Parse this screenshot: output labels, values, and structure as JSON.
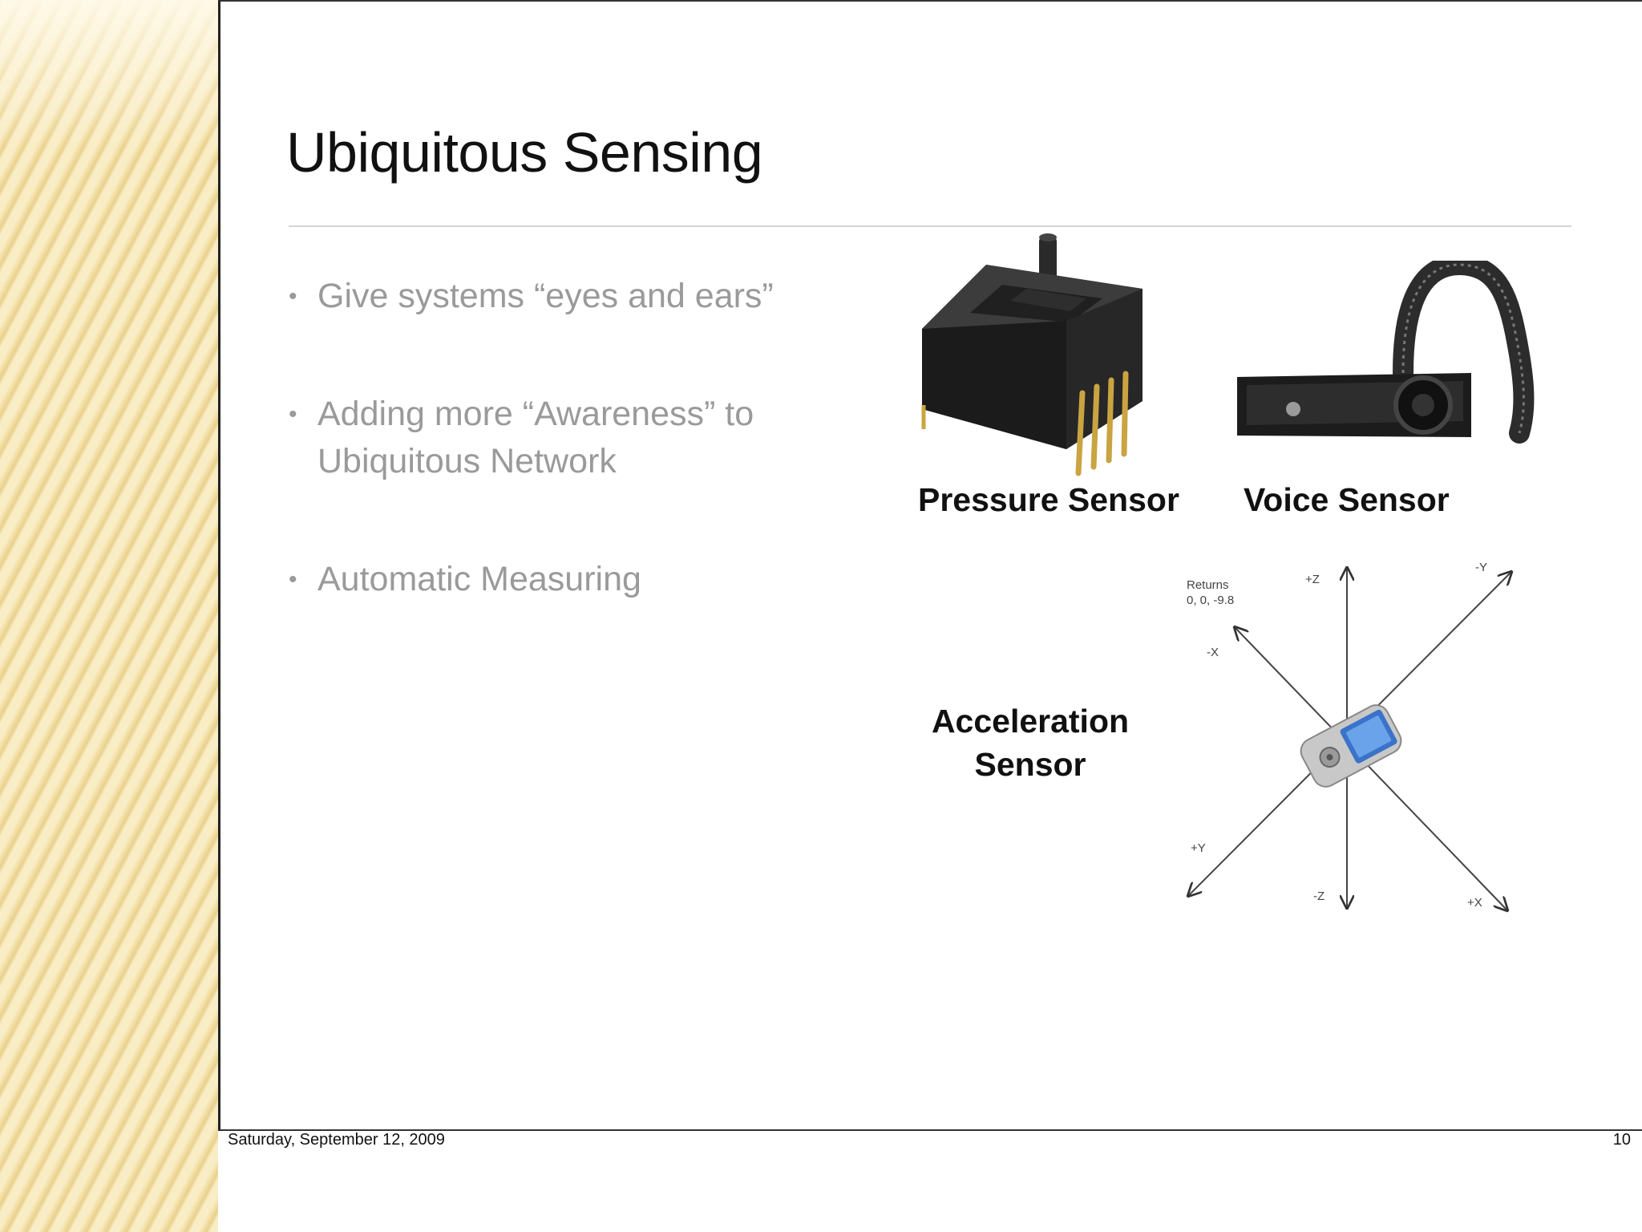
{
  "slide": {
    "title": "Ubiquitous Sensing",
    "bullets": [
      {
        "line1": "Give systems “eyes and ears”",
        "line2": ""
      },
      {
        "line1": "Adding more “Awareness” to",
        "line2": "Ubiquitous Network"
      },
      {
        "line1": "Automatic Measuring",
        "line2": ""
      }
    ],
    "captions": {
      "pressure": "Pressure Sensor",
      "voice": "Voice Sensor",
      "acceleration_line1": "Acceleration",
      "acceleration_line2": "Sensor"
    },
    "axis_diagram": {
      "returns_line1": "Returns",
      "returns_line2": "0, 0, -9.8",
      "pos_z": "+Z",
      "neg_z": "-Z",
      "pos_x": "+X",
      "neg_x": "-X",
      "pos_y": "+Y",
      "neg_y": "-Y"
    }
  },
  "footer": {
    "date": "Saturday, September 12, 2009",
    "page_number": "10"
  },
  "colors": {
    "title": "#111111",
    "bullet_text": "#9a9a9a",
    "stripe": "#f6e6b3",
    "device_body": "#1e1e1e",
    "gold_pins": "#c9a441"
  },
  "icons": [
    "pressure-sensor-image",
    "voice-headset-image",
    "pda-phone-image"
  ]
}
